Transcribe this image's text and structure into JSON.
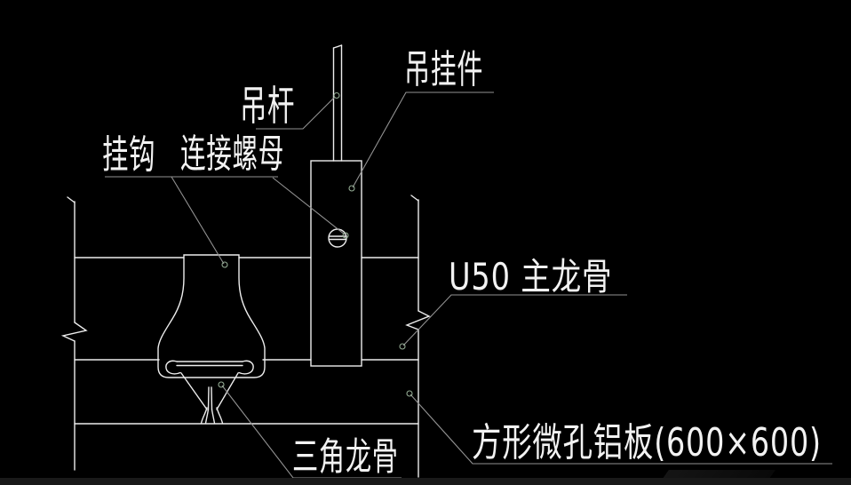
{
  "drawing": {
    "type": "ceiling-suspension-detail",
    "colors": {
      "background": "#000000",
      "geometry_line": "#ededed",
      "leader_line": "#929292",
      "label_text": "#f2f2f2",
      "leader_marker": "#93ab93"
    },
    "labels": {
      "hanger_rod": "吊杆",
      "hanging_part": "吊挂件",
      "hook": "挂钩",
      "connecting_nut": "连接螺母",
      "main_runner": "U50 主龙骨",
      "triangle_runner": "三角龙骨",
      "aluminum_panel": "方形微孔铝板(600×600)"
    }
  }
}
